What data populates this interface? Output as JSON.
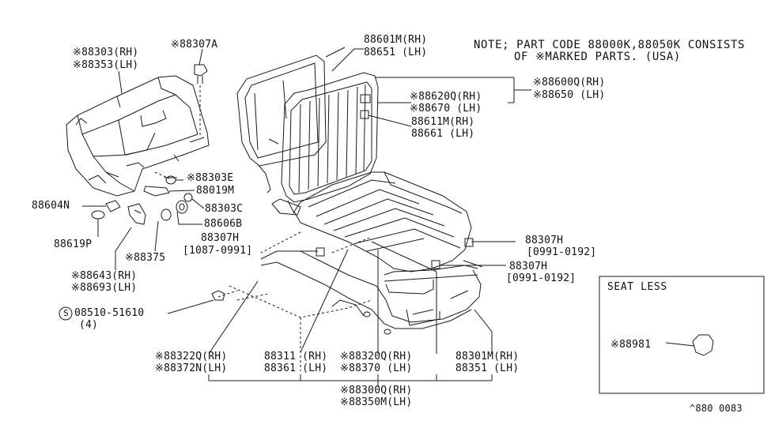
{
  "note": {
    "line1": "NOTE; PART CODE 88000K,88050K CONSISTS",
    "line2": "OF ※MARKED PARTS. (USA)"
  },
  "callouts": [
    {
      "id": "c-88303",
      "lines": [
        "※88303(RH)",
        "※88353(LH)"
      ]
    },
    {
      "id": "c-88307a",
      "lines": [
        "※88307A"
      ]
    },
    {
      "id": "c-88601m",
      "lines": [
        "88601M(RH)",
        "88651 (LH)"
      ]
    },
    {
      "id": "c-88600q",
      "lines": [
        "※88600Q(RH)",
        "※88650 (LH)"
      ]
    },
    {
      "id": "c-88620q",
      "lines": [
        "※88620Q(RH)",
        "※88670 (LH)"
      ]
    },
    {
      "id": "c-88611m",
      "lines": [
        "88611M(RH)",
        "88661 (LH)"
      ]
    },
    {
      "id": "c-88303e",
      "lines": [
        "※88303E"
      ]
    },
    {
      "id": "c-88019m",
      "lines": [
        "88019M"
      ]
    },
    {
      "id": "c-88604n",
      "lines": [
        "88604N"
      ]
    },
    {
      "id": "c-88303c",
      "lines": [
        "88303C"
      ]
    },
    {
      "id": "c-88606b",
      "lines": [
        "88606B"
      ]
    },
    {
      "id": "c-88619p",
      "lines": [
        "88619P"
      ]
    },
    {
      "id": "c-88307h-a",
      "lines": [
        "88307H",
        "[1087-0991]"
      ]
    },
    {
      "id": "c-88307h-b",
      "lines": [
        "88307H",
        "[0991-0192]"
      ]
    },
    {
      "id": "c-88307h-c",
      "lines": [
        "88307H",
        "[0991-0192]"
      ]
    },
    {
      "id": "c-88375",
      "lines": [
        "※88375"
      ]
    },
    {
      "id": "c-88643",
      "lines": [
        "※88643(RH)",
        "※88693(LH)"
      ]
    },
    {
      "id": "c-08510",
      "lines": [
        "08510-51610",
        "(4)"
      ]
    },
    {
      "id": "c-88322q",
      "lines": [
        "※88322Q(RH)",
        "※88372N(LH)"
      ]
    },
    {
      "id": "c-88311",
      "lines": [
        "88311 (RH)",
        "88361 (LH)"
      ]
    },
    {
      "id": "c-88320q",
      "lines": [
        "※88320Q(RH)",
        "※88370 (LH)"
      ]
    },
    {
      "id": "c-88301m",
      "lines": [
        "88301M(RH)",
        "88351 (LH)"
      ]
    },
    {
      "id": "c-88300q",
      "lines": [
        "※88300Q(RH)",
        "※88350M(LH)"
      ]
    }
  ],
  "seat_less": {
    "title": "SEAT LESS",
    "part": "※88981"
  },
  "screw_symbol": "S",
  "diagram_code": "^880 0083"
}
